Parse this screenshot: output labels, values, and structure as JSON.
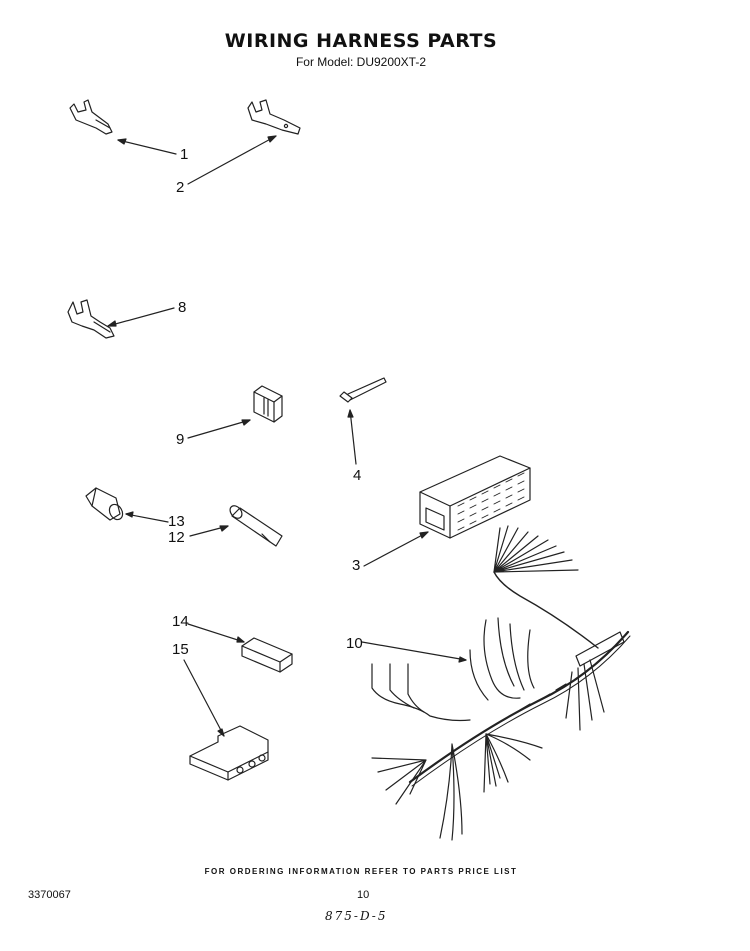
{
  "header": {
    "title": "WIRING HARNESS PARTS",
    "subtitle": "For Model: DU9200XT-2"
  },
  "callouts": {
    "c1": "1",
    "c2": "2",
    "c8": "8",
    "c9": "9",
    "c4": "4",
    "c13": "13",
    "c12": "12",
    "c3": "3",
    "c14": "14",
    "c15": "15",
    "c10": "10"
  },
  "footer": {
    "ordering_text": "FOR ORDERING INFORMATION REFER TO PARTS PRICE LIST",
    "doc_number": "3370067",
    "page_number": "10",
    "handwritten_code": "875-D-5"
  }
}
